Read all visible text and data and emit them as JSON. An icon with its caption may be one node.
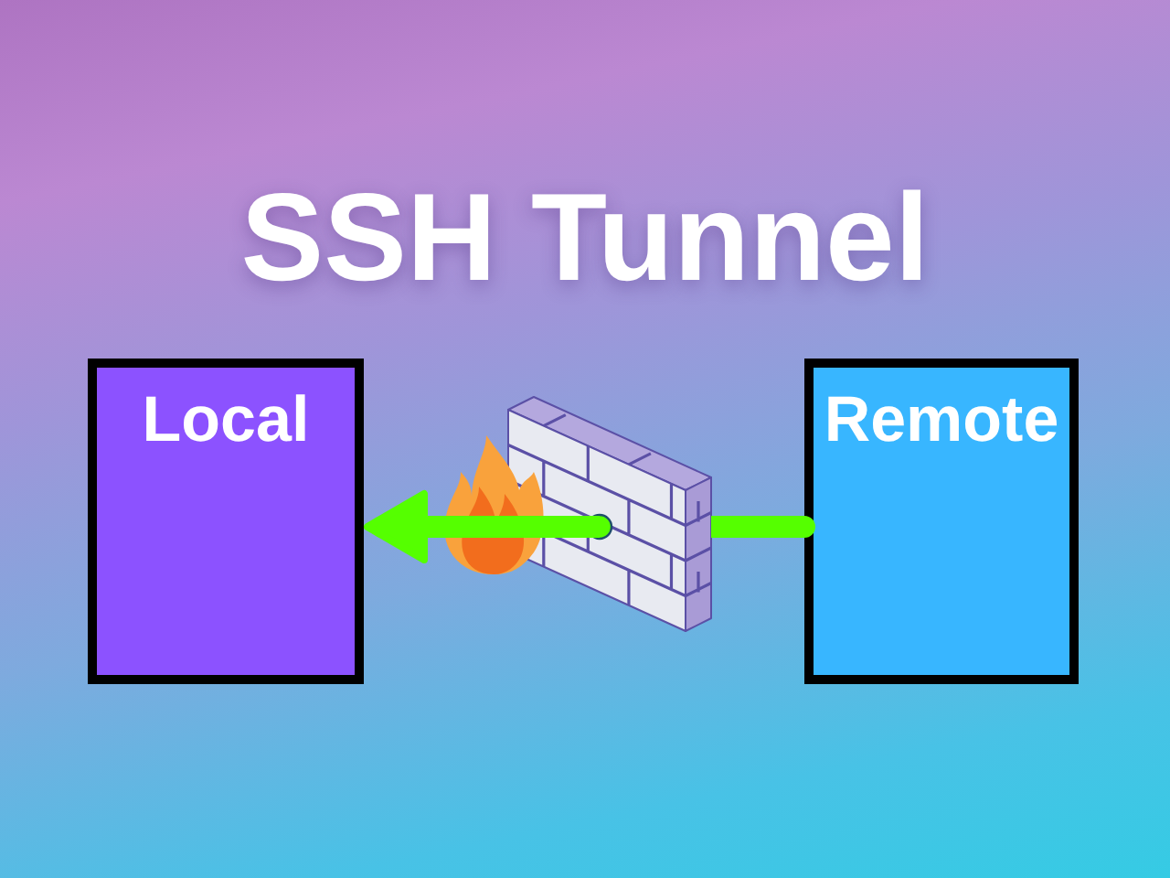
{
  "diagram": {
    "title": "SSH Tunnel",
    "nodes": [
      {
        "text": [
          "Local"
        ]
      },
      {
        "text": [
          "Remote"
        ]
      }
    ],
    "edges": [
      {
        "from": 1,
        "to": 0,
        "arrow": "to",
        "color": "#55ff00"
      }
    ]
  }
}
